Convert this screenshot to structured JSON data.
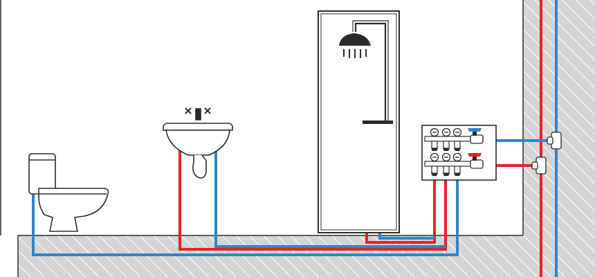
{
  "diagram": {
    "type": "plumbing-schematic",
    "colors": {
      "hot": "#e3222a",
      "cold": "#2f86c9",
      "line": "#2b2b2b",
      "hatch_bg": "#d4d4d4",
      "hatch_line": "#ffffff",
      "fixture_fill": "#ffffff"
    },
    "fixtures": [
      {
        "name": "toilet",
        "icon": "toilet-icon"
      },
      {
        "name": "washbasin",
        "icon": "sink-icon"
      },
      {
        "name": "shower-cabin",
        "icon": "shower-icon"
      },
      {
        "name": "distribution-manifold",
        "icon": "manifold-icon"
      }
    ],
    "supply": [
      "hot-riser",
      "cold-riser"
    ]
  }
}
